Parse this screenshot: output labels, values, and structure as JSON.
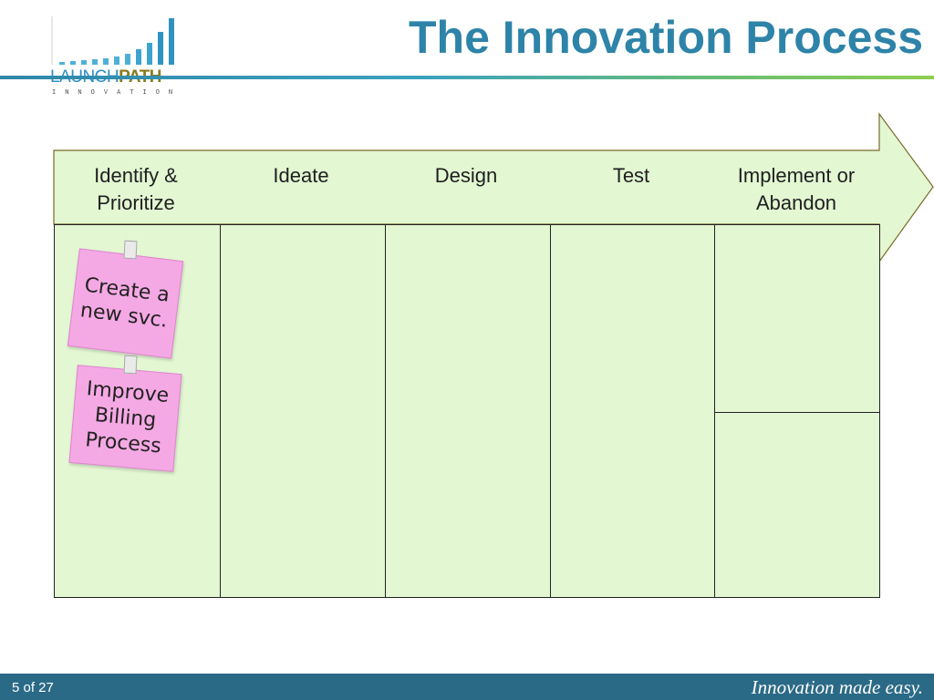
{
  "logo": {
    "launch": "LAUNCH",
    "path": "PATH",
    "sub": "INNOVATION"
  },
  "title": "The Innovation Process",
  "stages": [
    {
      "label": "Identify &\nPrioritize"
    },
    {
      "label": "Ideate"
    },
    {
      "label": "Design"
    },
    {
      "label": "Test"
    },
    {
      "label": "Implement or\nAbandon"
    }
  ],
  "notes": [
    {
      "text": "Create a\nnew svc."
    },
    {
      "text": "Improve\nBilling\nProcess"
    }
  ],
  "colors": {
    "title": "#2e83a8",
    "arrow_fill": "#e2f7d2",
    "arrow_stroke": "#7a6b28",
    "note_fill": "#f4a9e4",
    "footer_bg": "#2b6a86"
  },
  "footer": {
    "page": "5 of  27",
    "tagline": "Innovation made easy."
  }
}
